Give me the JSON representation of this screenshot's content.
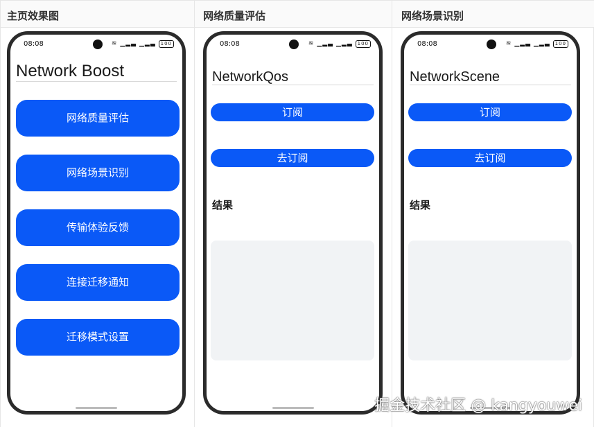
{
  "columns": [
    {
      "header": "主页效果图"
    },
    {
      "header": "网络质量评估"
    },
    {
      "header": "网络场景识别"
    }
  ],
  "status_bar": {
    "time": "08:08",
    "battery": "100"
  },
  "home": {
    "title": "Network Boost",
    "buttons": [
      "网络质量评估",
      "网络场景识别",
      "传输体验反馈",
      "连接迁移通知",
      "迁移模式设置"
    ]
  },
  "qos": {
    "title": "NetworkQos",
    "subscribe_label": "订阅",
    "unsubscribe_label": "去订阅",
    "result_label": "结果"
  },
  "scene": {
    "title": "NetworkScene",
    "subscribe_label": "订阅",
    "unsubscribe_label": "去订阅",
    "result_label": "结果"
  },
  "watermark": "掘金技术社区 @ kangyouwei",
  "colors": {
    "accent": "#0a59f7",
    "result_bg": "#f1f3f5"
  }
}
